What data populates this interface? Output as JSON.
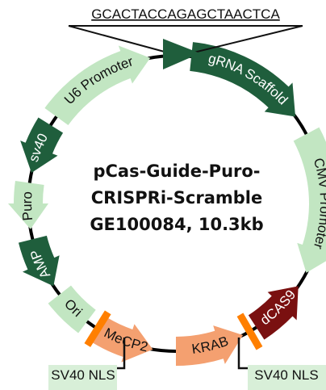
{
  "plasmid": {
    "name_line1": "pCas-Guide-Puro-",
    "name_line2": "CRISPRi-Scramble",
    "name_line3": "GE100084, 10.3kb"
  },
  "insert": {
    "sequence": "GCACTACCAGAGCTAACTCA"
  },
  "features": [
    {
      "id": "gRNA Scaffold",
      "label": "gRNA Scaffold",
      "color": "#1f5e3c",
      "text_color": "#ffffff"
    },
    {
      "id": "CMV Promoter",
      "label": "CMV Promoter",
      "color": "#c2e6c2",
      "text_color": "#111111"
    },
    {
      "id": "dCAS9",
      "label": "dCAS9",
      "color": "#7a1010",
      "text_color": "#ffffff"
    },
    {
      "id": "KRAB",
      "label": "KRAB",
      "color": "#f4a070",
      "text_color": "#111111"
    },
    {
      "id": "MeCP2",
      "label": "MeCP2",
      "color": "#f4a070",
      "text_color": "#111111"
    },
    {
      "id": "Ori",
      "label": "Ori",
      "color": "#c2e6c2",
      "text_color": "#111111"
    },
    {
      "id": "AMP",
      "label": "AMP",
      "color": "#1f5e3c",
      "text_color": "#ffffff"
    },
    {
      "id": "Puro",
      "label": "Puro",
      "color": "#c2e6c2",
      "text_color": "#111111"
    },
    {
      "id": "sv40",
      "label": "sv40",
      "color": "#1f5e3c",
      "text_color": "#ffffff"
    },
    {
      "id": "U6 Promoter",
      "label": "U6 Promoter",
      "color": "#c2e6c2",
      "text_color": "#111111"
    }
  ],
  "nls": {
    "left_label": "SV40 NLS",
    "right_label": "SV40 NLS",
    "marker_color": "#ff7f00",
    "label_bg": "#d8efd8"
  },
  "colors": {
    "backbone": "#000000",
    "insertion_site": "#1f5e3c"
  }
}
